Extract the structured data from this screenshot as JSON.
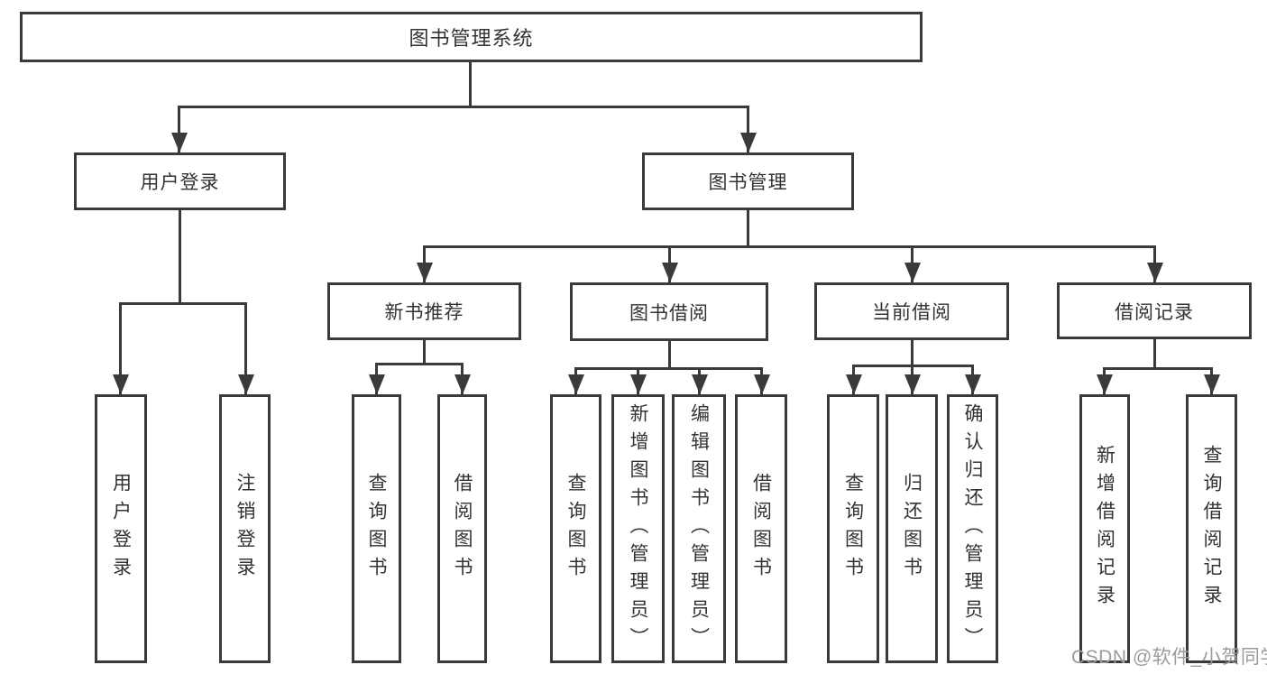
{
  "colors": {
    "line": "#3a3a3a",
    "text": "#333333",
    "box_background": "#ffffff",
    "page_background": "#ffffff",
    "watermark": "#9b9b9b"
  },
  "watermark": "CSDN @软件_小贺同学",
  "tree": {
    "root": {
      "label": "图书管理系统",
      "children": [
        {
          "label": "用户登录",
          "children": [
            {
              "label": "用户登录"
            },
            {
              "label": "注销登录"
            }
          ]
        },
        {
          "label": "图书管理",
          "children": [
            {
              "label": "新书推荐",
              "children": [
                {
                  "label": "查询图书"
                },
                {
                  "label": "借阅图书"
                }
              ]
            },
            {
              "label": "图书借阅",
              "children": [
                {
                  "label": "查询图书"
                },
                {
                  "label": "新增图书（管理员）"
                },
                {
                  "label": "编辑图书（管理员）"
                },
                {
                  "label": "借阅图书"
                }
              ]
            },
            {
              "label": "当前借阅",
              "children": [
                {
                  "label": "查询图书"
                },
                {
                  "label": "归还图书"
                },
                {
                  "label": "确认归还（管理员）"
                }
              ]
            },
            {
              "label": "借阅记录",
              "children": [
                {
                  "label": "新增借阅记录"
                },
                {
                  "label": "查询借阅记录"
                }
              ]
            }
          ]
        }
      ]
    }
  }
}
